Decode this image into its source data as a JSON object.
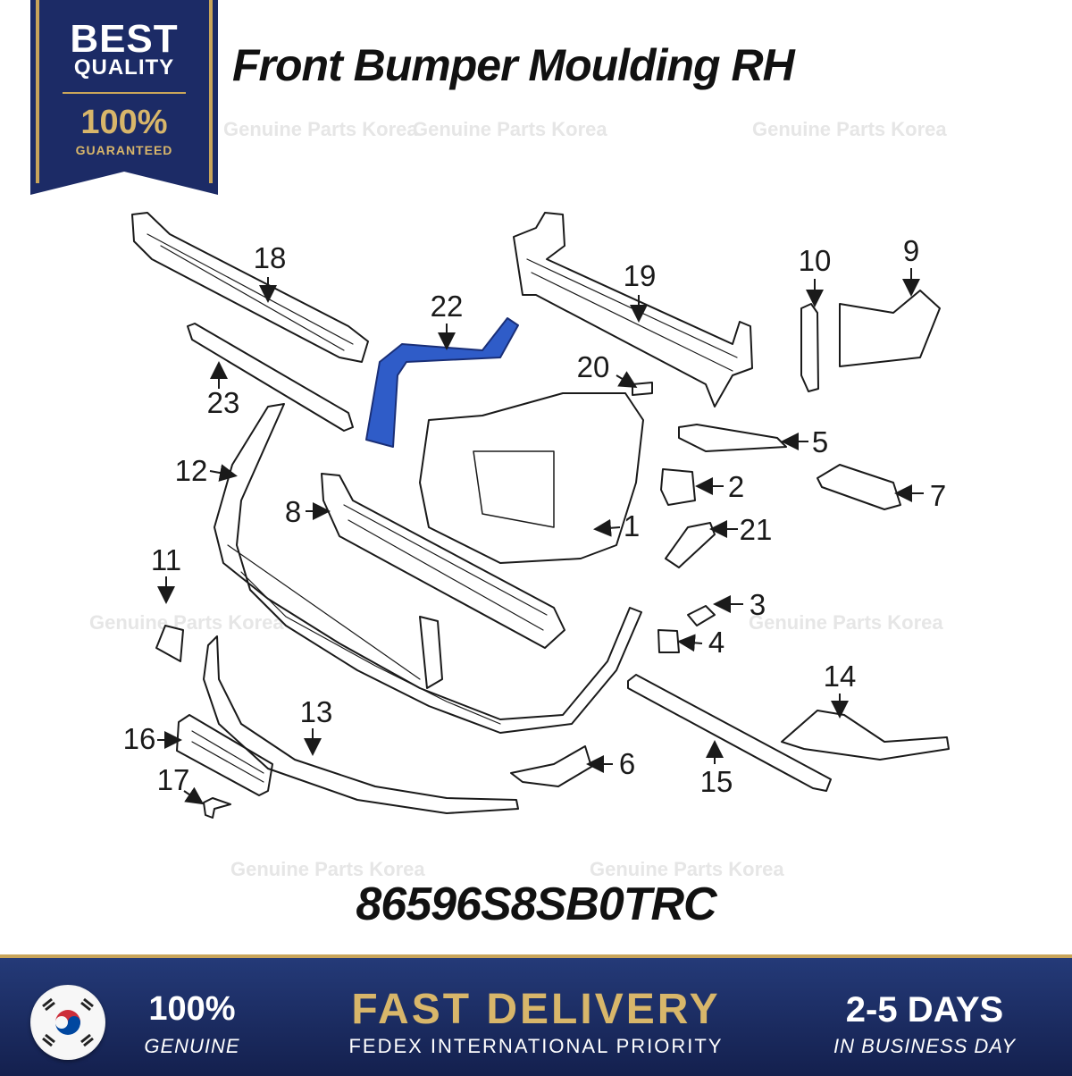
{
  "badge": {
    "line1": "BEST",
    "line2": "QUALITY",
    "line3": "100%",
    "line4": "GUARANTEED",
    "navy": "#1c2b66",
    "gold": "#c9a55a"
  },
  "title": "Front Bumper Moulding RH",
  "watermark": "Genuine Parts Korea",
  "callouts": [
    "1",
    "2",
    "3",
    "4",
    "5",
    "6",
    "7",
    "8",
    "9",
    "10",
    "11",
    "12",
    "13",
    "14",
    "15",
    "16",
    "17",
    "18",
    "19",
    "20",
    "21",
    "22",
    "23"
  ],
  "highlight_color": "#2f5cc8",
  "part_number": "86596S8SB0TRC",
  "footer": {
    "genuine_big": "100%",
    "genuine_small": "GENUINE",
    "fast_big": "FAST DELIVERY",
    "fast_small": "FEDEX INTERNATIONAL PRIORITY",
    "days_big": "2-5 DAYS",
    "days_small": "IN BUSINESS DAY",
    "flag_icon": "korea-flag-icon"
  }
}
